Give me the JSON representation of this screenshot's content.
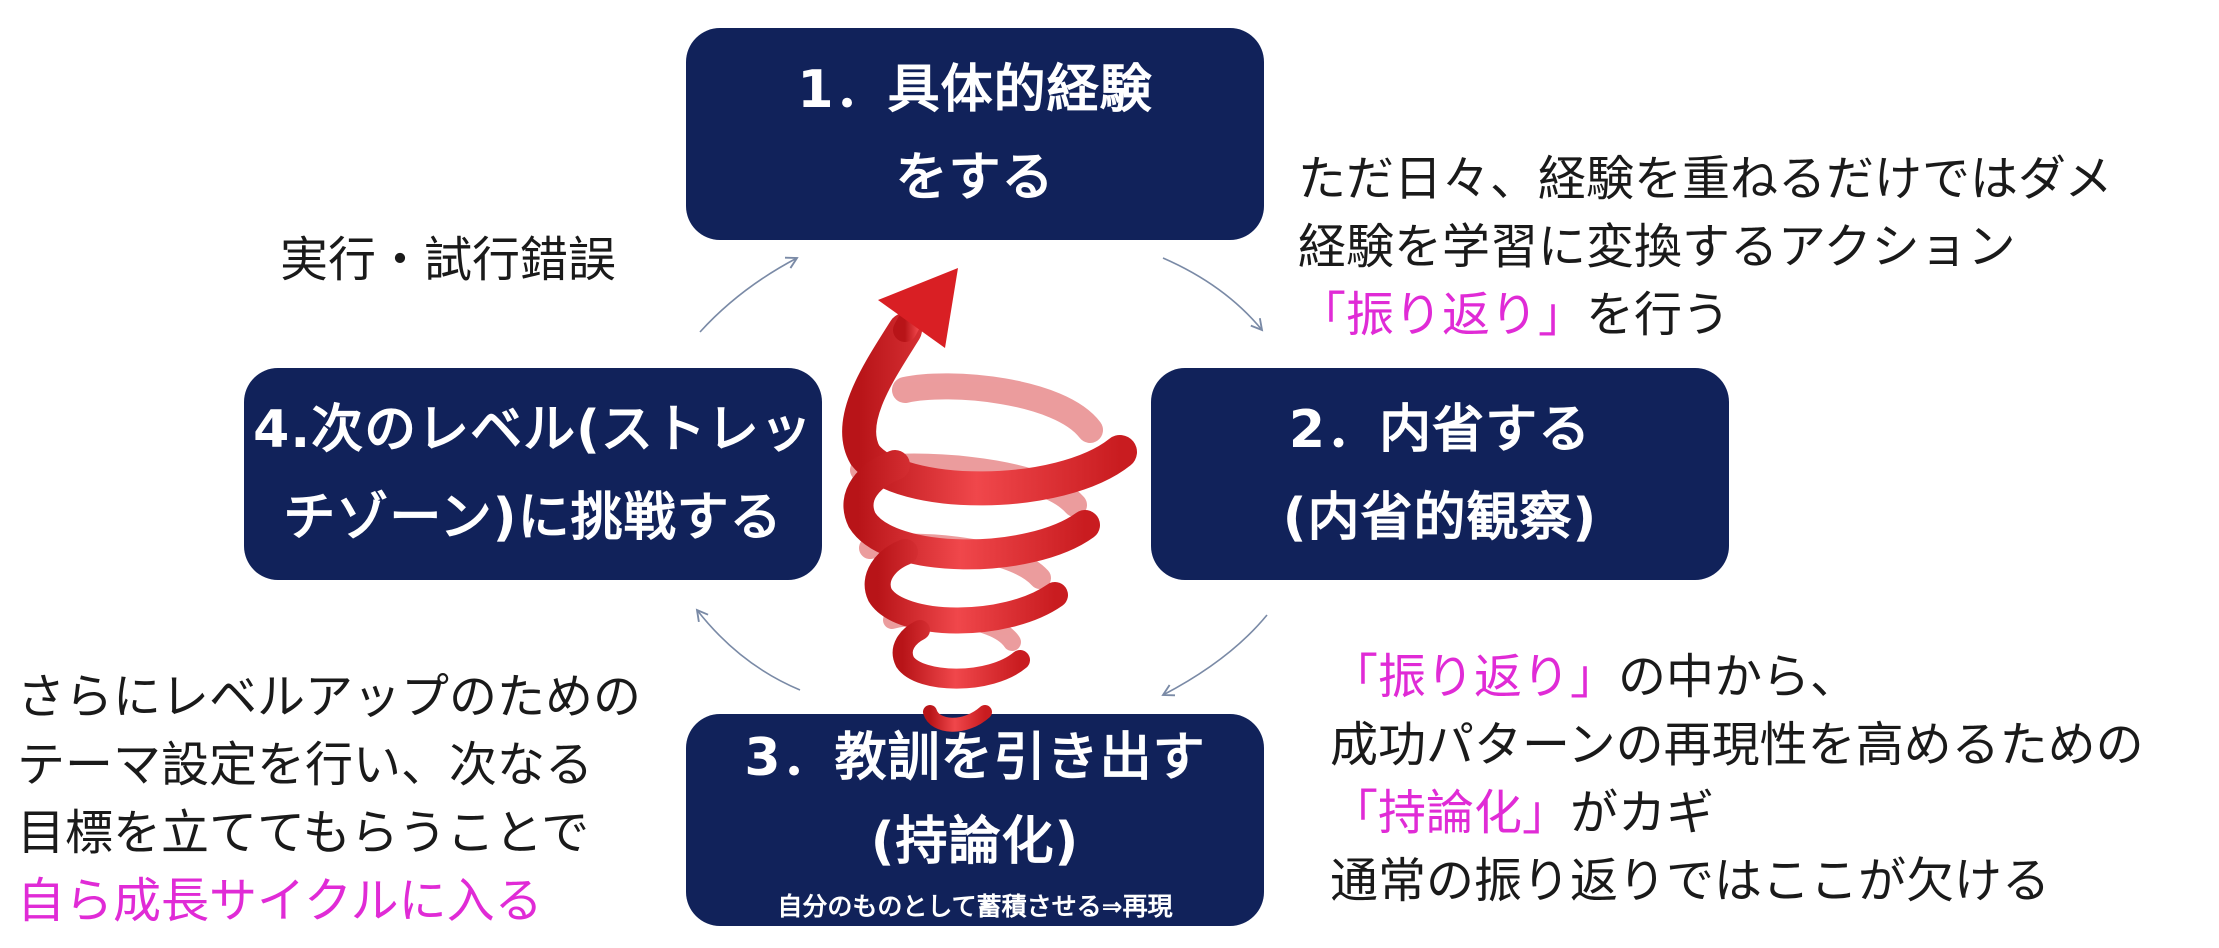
{
  "boxes": {
    "step1": {
      "line1": "1．具体的経験",
      "line2": "をする"
    },
    "step2": {
      "line1": "2．内省する",
      "line2": "(内省的観察)"
    },
    "step3": {
      "line1": "3．教訓を引き出す",
      "line2": "(持論化)",
      "sub": "自分のものとして蓄積させる⇒再現"
    },
    "step4": {
      "line1": "4.次のレベル(ストレッ",
      "line2": "チゾーン)に挑戦する"
    }
  },
  "notes": {
    "top_left": "実行・試行錯誤",
    "top_right": {
      "line1": "ただ日々、経験を重ねるだけではダメ",
      "line2": "経験を学習に変換するアクション",
      "line3_highlight": "「振り返り」",
      "line3_rest": "を行う"
    },
    "bottom_right": {
      "line1_highlight": "「振り返り」",
      "line1_rest": "の中から、",
      "line2": "成功パターンの再現性を高めるための",
      "line3_highlight": "「持論化」",
      "line3_rest": "がカギ",
      "line4": "通常の振り返りではここが欠ける"
    },
    "bottom_left": {
      "line1": "さらにレベルアップのための",
      "line2": "テーマ設定を行い、次なる",
      "line3": "目標を立ててもらうことで",
      "line4_highlight": "自ら成長サイクルに入る"
    }
  },
  "colors": {
    "box_fill": "#11225a",
    "box_text": "#ffffff",
    "highlight": "#e02bd6",
    "spiral": "#e0262b",
    "arrow": "#7a8aa6"
  },
  "icons": {
    "center": "spiral-arrow-icon"
  }
}
